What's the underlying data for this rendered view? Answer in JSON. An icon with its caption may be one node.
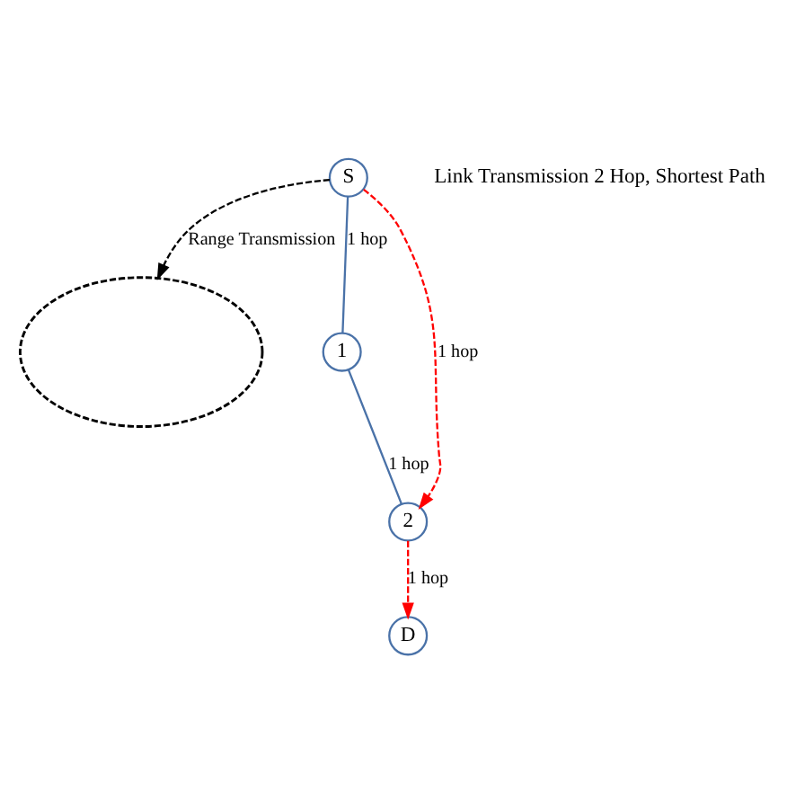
{
  "diagram": {
    "nodes": [
      {
        "text": [],
        "shape": "ellipse"
      },
      {
        "text": [
          "S"
        ]
      },
      {
        "text": [
          "1"
        ]
      },
      {
        "text": [
          "2"
        ]
      },
      {
        "text": [
          "D"
        ]
      }
    ],
    "edges": [
      {
        "from": 1,
        "to": 0,
        "arrow": "to",
        "label": "Range Transmission",
        "style": "dashed",
        "color": "#000000"
      },
      {
        "from": 1,
        "to": 2,
        "arrow": "none",
        "label": "1 hop"
      },
      {
        "from": 2,
        "to": 3,
        "arrow": "none",
        "label": "1 hop"
      },
      {
        "from": 1,
        "to": 3,
        "arrow": "to",
        "label": "1 hop",
        "style": "dashed",
        "color": "#ff0000"
      },
      {
        "from": 3,
        "to": 4,
        "arrow": "to",
        "label": "1 hop",
        "style": "dashed",
        "color": "#ff0000"
      }
    ],
    "labels": [
      "Link Transmission 2 Hop, Shortest Path"
    ]
  }
}
